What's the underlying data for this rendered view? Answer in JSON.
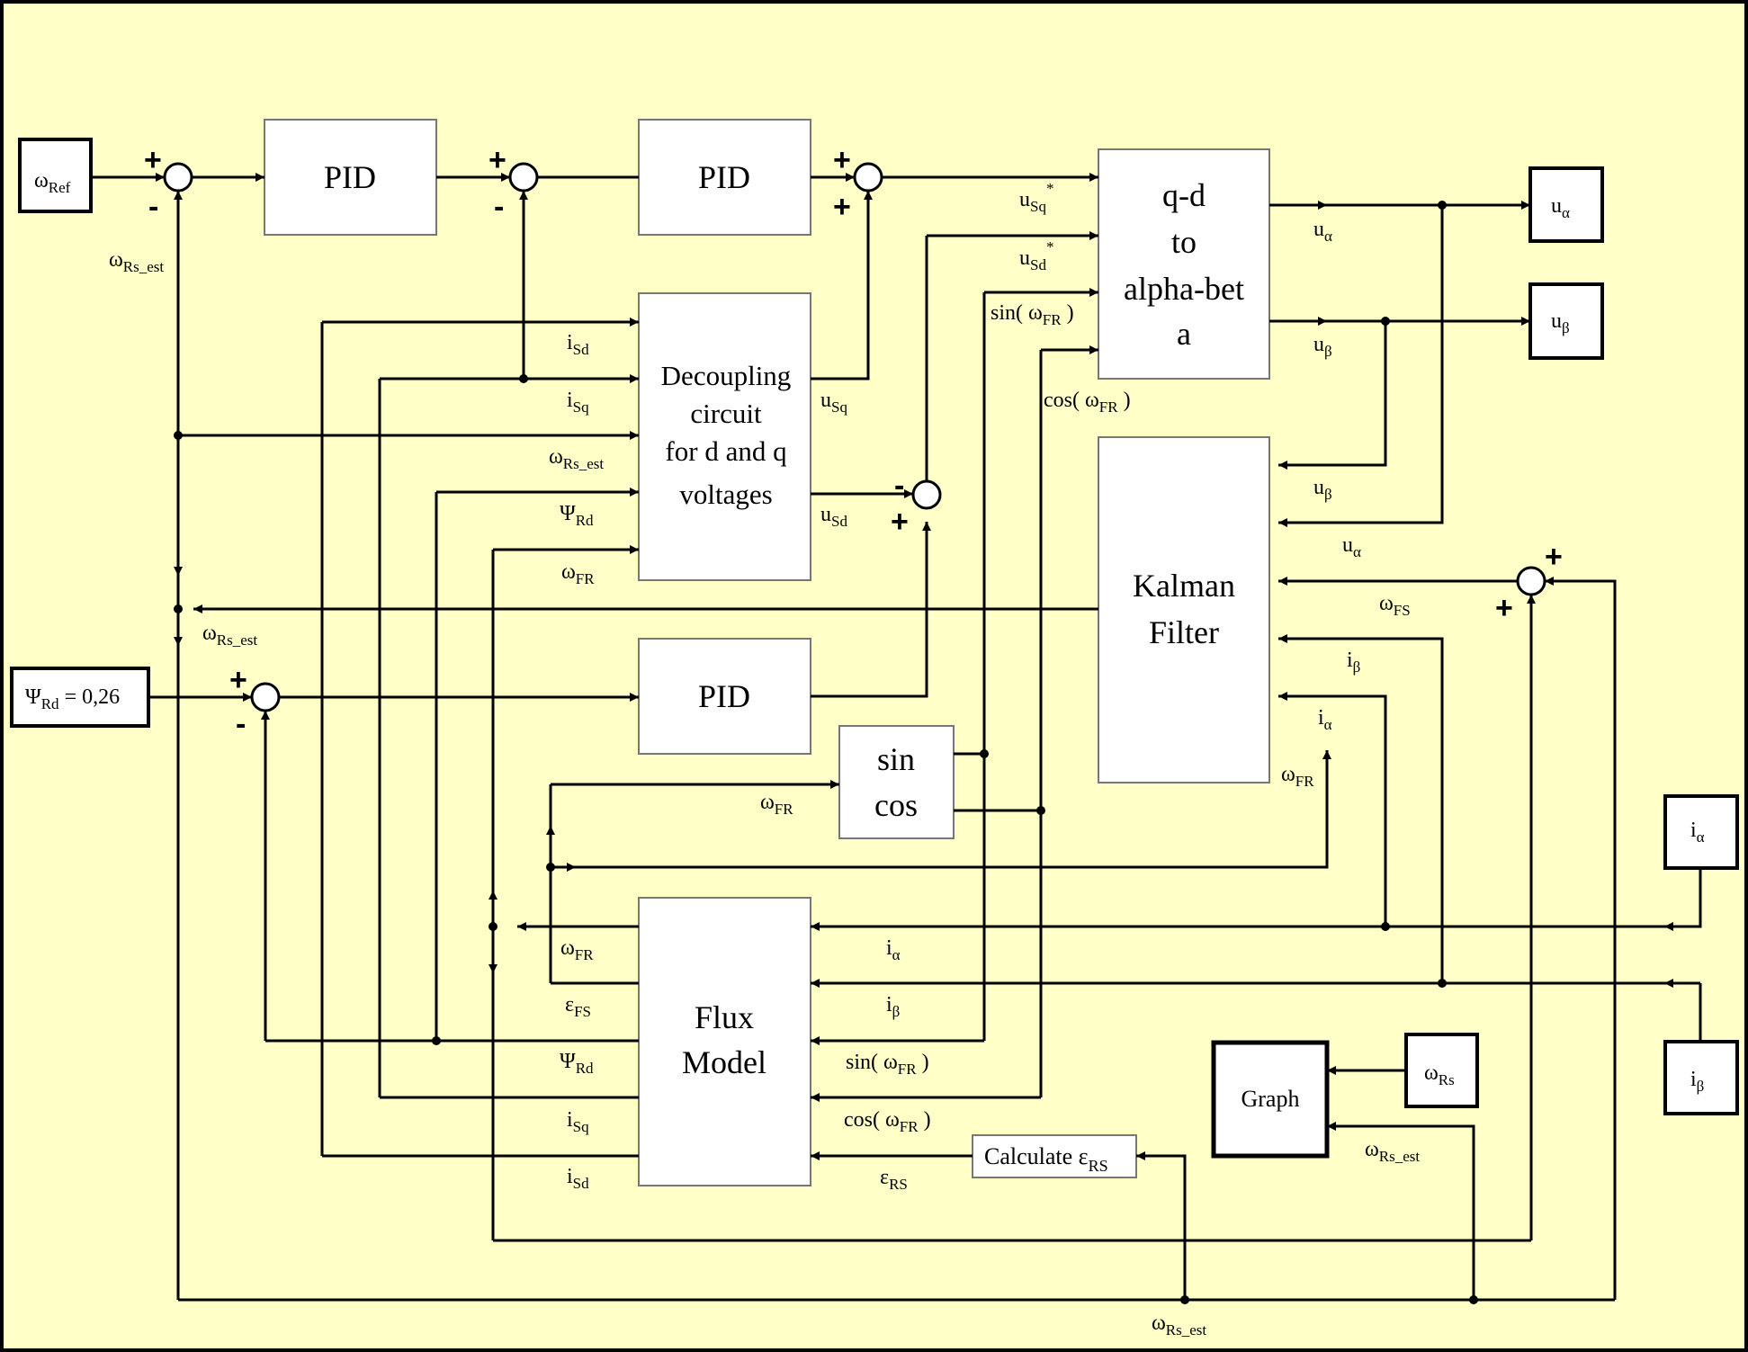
{
  "colors": {
    "background": "#ffffc8",
    "block_fill": "#ffffff",
    "line": "#000000"
  },
  "blocks": {
    "pid1": "PID",
    "pid2": "PID",
    "pid3": "PID",
    "decoupling": [
      "Decoupling",
      "circuit",
      "for d and q",
      "voltages"
    ],
    "qd": [
      "q-d",
      "to",
      "alpha-bet",
      "a"
    ],
    "kalman": [
      "Kalman",
      "Filter"
    ],
    "sincos": [
      "sin",
      "cos"
    ],
    "flux": [
      "Flux",
      "Model"
    ],
    "graph": "Graph",
    "calc": {
      "main": "Calculate  ε",
      "sub": "RS"
    }
  },
  "io": {
    "w_ref": {
      "main": "ω",
      "sub": "Ref"
    },
    "psi_rd": {
      "main": "Ψ",
      "sub": "Rd",
      "tail": " = 0,26"
    },
    "u_alpha": {
      "main": "u",
      "sub": "α"
    },
    "u_beta": {
      "main": "u",
      "sub": "β"
    },
    "i_alpha": {
      "main": "i",
      "sub": "α"
    },
    "i_beta": {
      "main": "i",
      "sub": "β"
    },
    "w_rs": {
      "main": "ω",
      "sub": "Rs"
    }
  },
  "signals": {
    "w_rs_est": {
      "main": "ω",
      "sub": "Rs_est"
    },
    "w_fr": {
      "main": "ω",
      "sub": "FR"
    },
    "w_fs": {
      "main": "ω",
      "sub": "FS"
    },
    "i_sd": {
      "main": "i",
      "sub": "Sd"
    },
    "i_sq": {
      "main": "i",
      "sub": "Sq"
    },
    "psi_rd": {
      "main": "Ψ",
      "sub": "Rd"
    },
    "u_sq": {
      "main": "u",
      "sub": "Sq"
    },
    "u_sd": {
      "main": "u",
      "sub": "Sd"
    },
    "u_sq_star": {
      "main": "u",
      "sub": "Sq",
      "sup": "*"
    },
    "u_sd_star": {
      "main": "u",
      "sub": "Sd",
      "sup": "*"
    },
    "u_alpha": {
      "main": "u",
      "sub": "α"
    },
    "u_beta": {
      "main": "u",
      "sub": "β"
    },
    "i_alpha": {
      "main": "i",
      "sub": "α"
    },
    "i_beta": {
      "main": "i",
      "sub": "β"
    },
    "eps_fs": {
      "main": "ε",
      "sub": "FS"
    },
    "eps_rs": {
      "main": "ε",
      "sub": "RS"
    },
    "sin_wfr": {
      "main": "sin( ω",
      "sub": "FR",
      "tail": " )"
    },
    "cos_wfr": {
      "main": "cos( ω",
      "sub": "FR",
      "tail": " )"
    }
  },
  "signs": {
    "plus": "+",
    "minus": "-"
  }
}
